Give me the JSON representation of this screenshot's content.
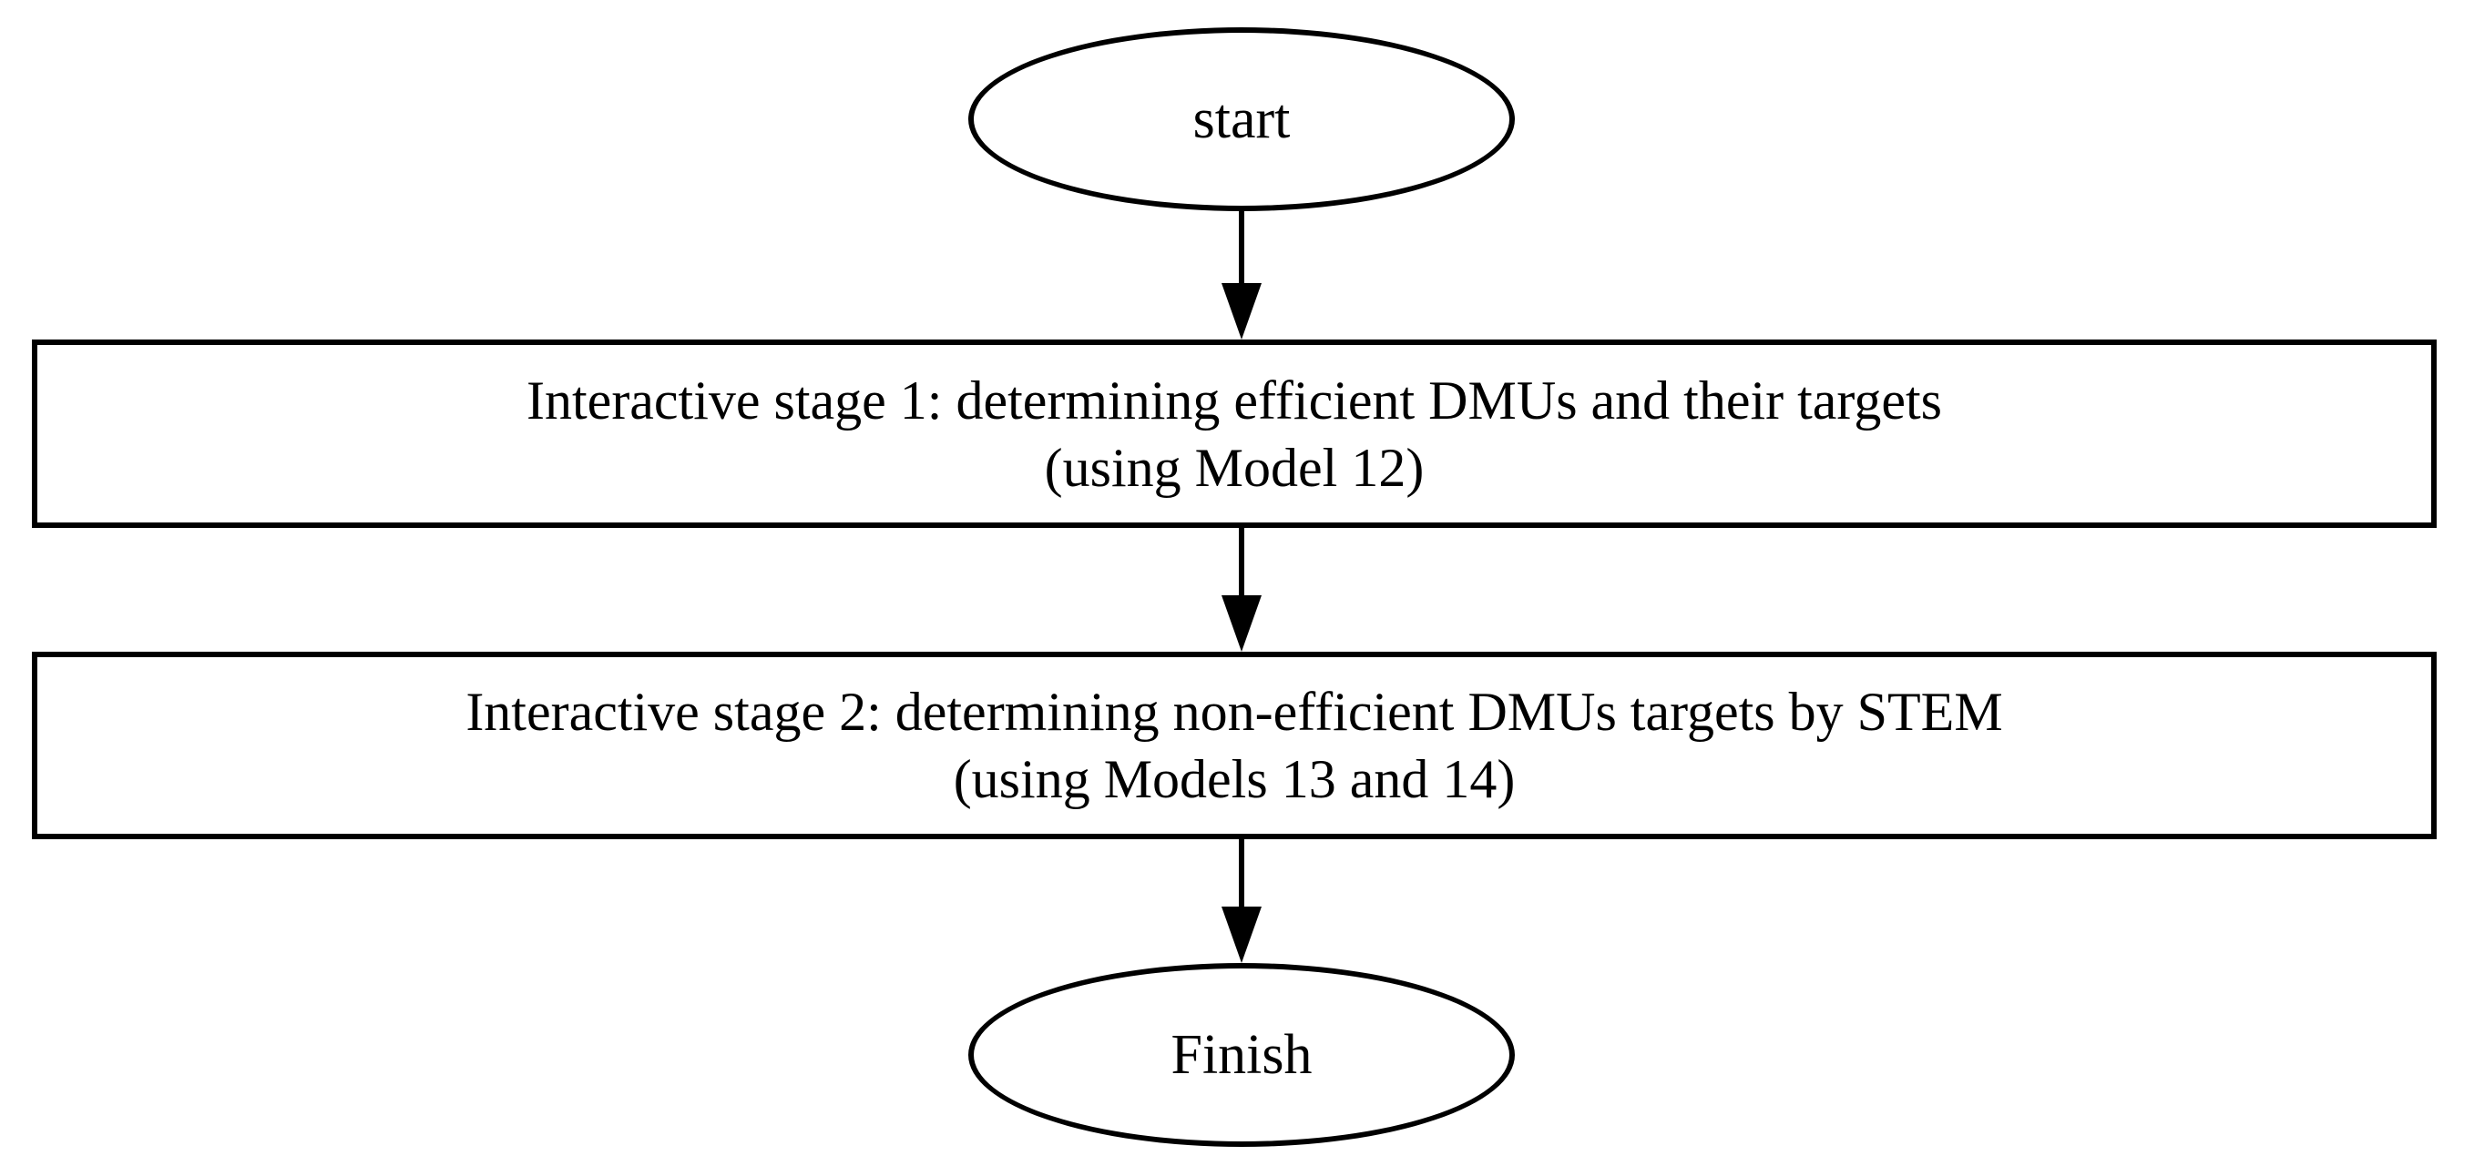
{
  "flowchart": {
    "background_color": "#ffffff",
    "stroke_color": "#000000",
    "text_color": "#000000",
    "nodes": [
      {
        "id": "start",
        "shape": "ellipse",
        "lines": [
          "start"
        ]
      },
      {
        "id": "stage1",
        "shape": "rectangle",
        "lines": [
          "Interactive stage 1: determining efficient DMUs and their targets",
          "(using Model 12)"
        ]
      },
      {
        "id": "stage2",
        "shape": "rectangle",
        "lines": [
          "Interactive stage 2: determining non-efficient DMUs targets by STEM",
          "(using Models 13 and 14)"
        ]
      },
      {
        "id": "finish",
        "shape": "ellipse",
        "lines": [
          "Finish"
        ]
      }
    ],
    "edges": [
      {
        "from": "start",
        "to": "stage1",
        "direction": "down"
      },
      {
        "from": "stage1",
        "to": "stage2",
        "direction": "down"
      },
      {
        "from": "stage2",
        "to": "finish",
        "direction": "down"
      }
    ]
  }
}
